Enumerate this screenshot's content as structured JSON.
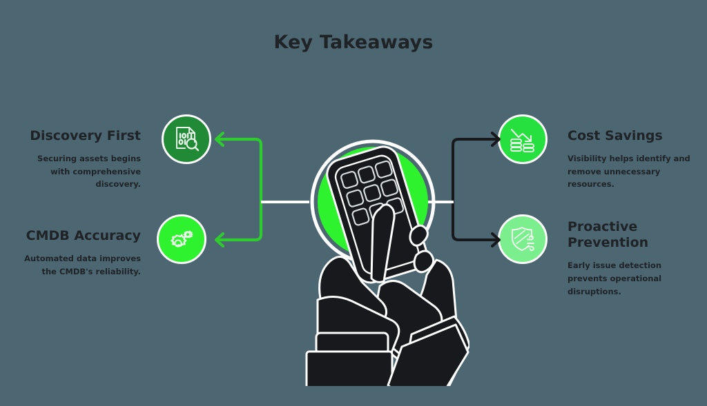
{
  "page": {
    "title": "Key Takeaways",
    "background_color": "#4c6672",
    "text_color": "#1f2326"
  },
  "takeaways": {
    "left": [
      {
        "id": "discovery-first",
        "heading": "Discovery First",
        "body": "Securing assets begins with comprehensive discovery.",
        "icon_name": "document-binary-search-icon",
        "circle_color": "#218a36",
        "arrow_color": "#2ecc2e",
        "arrow_direction": "left"
      },
      {
        "id": "cmdb-accuracy",
        "heading": "CMDB Accuracy",
        "body": "Automated data improves the CMDB's reliability.",
        "icon_name": "gears-icon",
        "circle_color": "#2ff22f",
        "arrow_color": "#2ecc2e",
        "arrow_direction": "left"
      }
    ],
    "right": [
      {
        "id": "cost-savings",
        "heading": "Cost Savings",
        "body": "Visibility helps identify and remove unnecessary resources.",
        "icon_name": "declining-chart-coins-icon",
        "circle_color": "#25e03f",
        "arrow_color": "#17191c",
        "arrow_direction": "right"
      },
      {
        "id": "proactive-prevention",
        "heading": "Proactive Prevention",
        "body": "Early issue detection prevents operational disruptions.",
        "icon_name": "shield-wind-icon",
        "circle_color": "#7bef8d",
        "arrow_color": "#17191c",
        "arrow_direction": "right"
      }
    ]
  },
  "center": {
    "illustration_name": "hands-holding-smartphone-illustration",
    "circle_color": "#2ff22f",
    "ring_color": "#ffffff",
    "hand_color": "#17191c",
    "spoke_color": "#ffffff"
  }
}
